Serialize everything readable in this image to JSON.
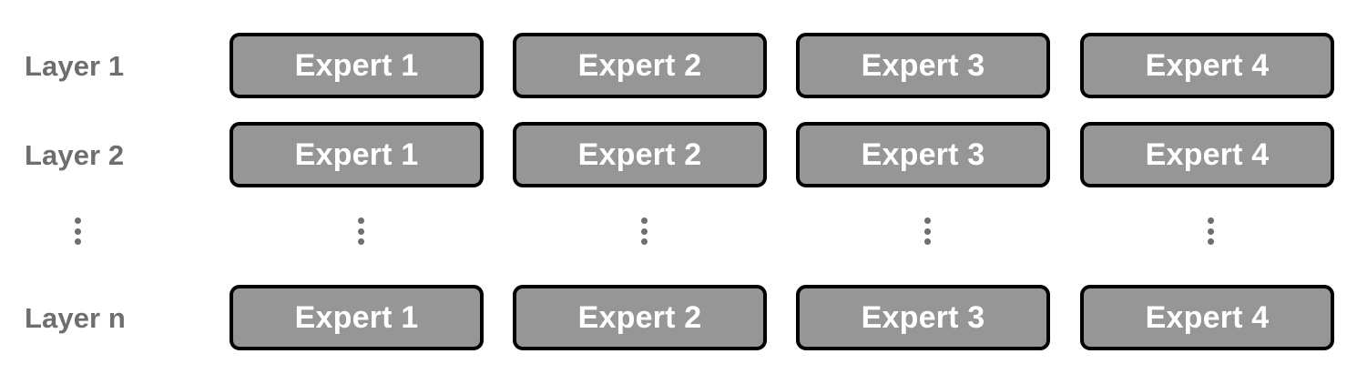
{
  "diagram": {
    "title": "Mixture-of-Experts layer grid",
    "background_color": "#ffffff",
    "label_color": "#6e6e6e",
    "box_fill_color": "#969696",
    "box_border_color": "#000000",
    "box_text_color": "#ffffff",
    "dot_color": "#6e6e6e"
  },
  "rows": [
    {
      "label": "Layer 1",
      "experts": [
        {
          "label": "Expert 1"
        },
        {
          "label": "Expert 2"
        },
        {
          "label": "Expert 3"
        },
        {
          "label": "Expert 4"
        }
      ]
    },
    {
      "label": "Layer 2",
      "experts": [
        {
          "label": "Expert 1"
        },
        {
          "label": "Expert 2"
        },
        {
          "label": "Expert 3"
        },
        {
          "label": "Expert 4"
        }
      ]
    },
    {
      "label": "Layer n",
      "experts": [
        {
          "label": "Expert 1"
        },
        {
          "label": "Expert 2"
        },
        {
          "label": "Expert 3"
        },
        {
          "label": "Expert 4"
        }
      ]
    }
  ],
  "ellipsis_row": {
    "glyph": "vertical-ellipsis",
    "columns": [
      "layer-column",
      "expert-1-column",
      "expert-2-column",
      "expert-3-column",
      "expert-4-column"
    ]
  }
}
